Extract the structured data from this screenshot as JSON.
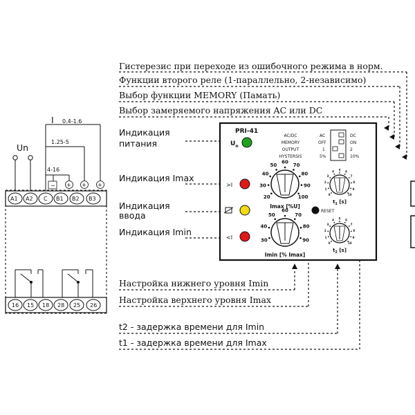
{
  "labels": {
    "hysteresis": "Гистерезис при переходе из ошибочного режима в норм.",
    "relay2": "Функции второго реле (1-параллельно, 2-независимо)",
    "memory": "Выбор функции MEMORY (Памать)",
    "voltage": "Выбор замеряемого напряжения AC или DC",
    "power_ind_1": "Индикация",
    "power_ind_2": "питания",
    "imax_ind": "Индикация Imax",
    "input_ind_1": "Индикация",
    "input_ind_2": "ввода",
    "imin_ind": "Индикация Imin",
    "low_set": "Настройка нижнего уровня Imin",
    "high_set": "Настройка верхнего уровня Imax",
    "t2": "t2 - задержка времени для Imin",
    "t1": "t1 - задержка времени для Imax"
  },
  "wiring": {
    "I_label": "I",
    "range_top": "0.4-1.6",
    "range_mid": "1.25-5",
    "range_low": "4-16",
    "un_label": "Un",
    "terminals_top": [
      "A1",
      "A2",
      "C",
      "B1",
      "B2",
      "B3"
    ],
    "terminals_bottom": [
      "16",
      "15",
      "18",
      "28",
      "25",
      "26"
    ],
    "minus": "−",
    "plus": "+"
  },
  "device": {
    "model": "PRI-41",
    "un": "U",
    "un_sub": "n",
    "gt_i": ">I",
    "lt_i": "<I",
    "switch_names": [
      "AC/DC",
      "MEMORY",
      "OUTPUT",
      "HYSTERSIS"
    ],
    "switch_left": [
      "AC",
      "OFF",
      "1",
      "5%"
    ],
    "switch_right": [
      "DC",
      "ON",
      "2",
      "10%"
    ],
    "knob_top_label": "Imax [%U]",
    "knob_top_scale": [
      "20",
      "30",
      "40",
      "50",
      "60",
      "70",
      "80",
      "90",
      "100"
    ],
    "knob_bottom_label": "Imin [% Imax]",
    "knob_bottom_scale": [
      "30",
      "40",
      "50",
      "60",
      "70",
      "80",
      "90"
    ],
    "reset": "RESET",
    "t1_label": "t",
    "t1_sub": "1",
    "t2_sub": "2",
    "t_unit": " [s]",
    "timer_scale": [
      "0",
      "1",
      "2",
      "3",
      "4",
      "5",
      "6",
      "7",
      "8",
      "9",
      "10"
    ]
  },
  "colors": {
    "green_led": "#1fa31f",
    "red_led": "#e01818",
    "yellow_led": "#f2dc12"
  }
}
